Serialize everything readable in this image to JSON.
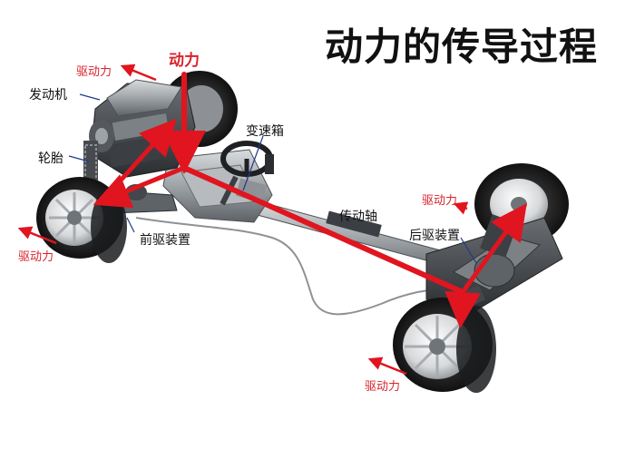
{
  "title": "动力的传导过程",
  "labels": {
    "power": "动力",
    "engine": "发动机",
    "wheel": "轮胎",
    "gearbox": "变速箱",
    "driveshaft": "传动轴",
    "front_drive": "前驱装置",
    "rear_drive": "后驱装置",
    "drive_force_top_left": "驱动力",
    "drive_force_left": "驱动力",
    "drive_force_right": "驱动力",
    "drive_force_bottom": "驱动力"
  },
  "colors": {
    "arrow": "#e0151f",
    "label_red": "#d9232b",
    "text": "#111111"
  }
}
